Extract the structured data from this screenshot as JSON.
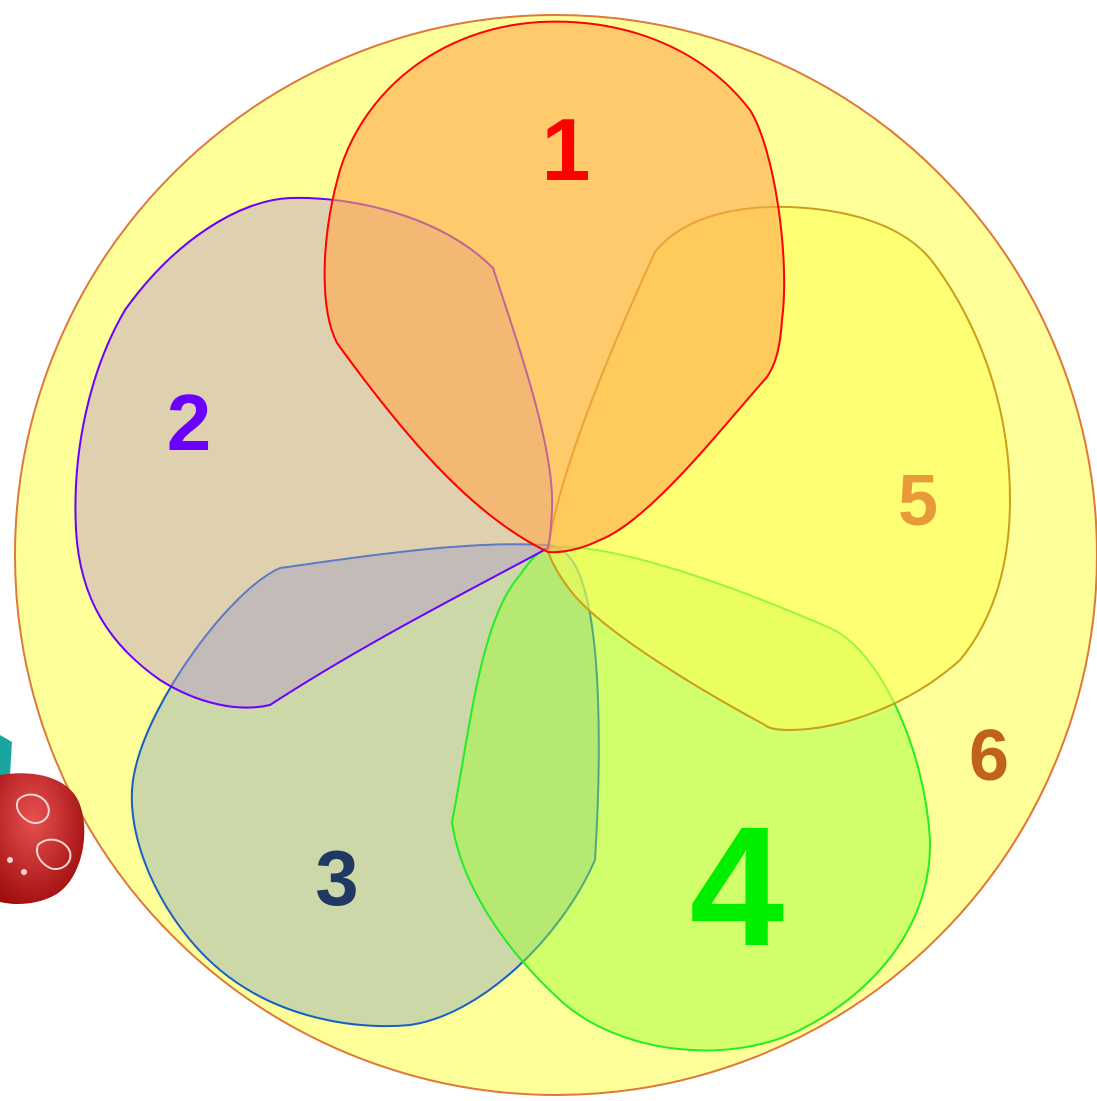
{
  "diagram": {
    "background_circle": {
      "fill": "#ffff99",
      "stroke": "#e0783a"
    },
    "petals": [
      {
        "id": "1",
        "label": "1",
        "fill": "#ffa64d",
        "stroke": "#ff0000",
        "label_color": "#ff0000",
        "opacity": 0.6
      },
      {
        "id": "2",
        "label": "2",
        "fill": "#b899cc",
        "stroke": "#6a00ff",
        "label_color": "#6a00ff",
        "opacity": 0.45
      },
      {
        "id": "3",
        "label": "3",
        "fill": "#8fa8b8",
        "stroke": "#1560c0",
        "label_color": "#1f3864",
        "opacity": 0.45
      },
      {
        "id": "4",
        "label": "4",
        "fill": "#99ff33",
        "stroke": "#22ee22",
        "label_color": "#00ee00",
        "opacity": 0.45
      },
      {
        "id": "5",
        "label": "5",
        "fill": "#ffff55",
        "stroke": "#cc9e1a",
        "label_color": "#e89a3a",
        "opacity": 0.55
      }
    ],
    "outside_label": {
      "label": "6",
      "label_color": "#c0621a"
    },
    "decoration": {
      "icon": "red-dice-icon",
      "fill": "#cc1f1f"
    }
  }
}
